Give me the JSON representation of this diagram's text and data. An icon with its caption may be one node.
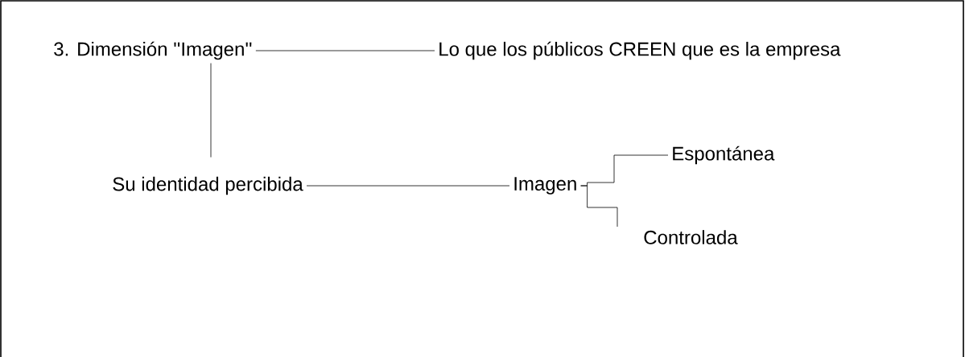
{
  "diagram": {
    "nodes": [
      {
        "text": [
          "3. Dimensión ''Imagen''"
        ]
      },
      {
        "text": [
          "Lo que los públicos CREEN que es la empresa"
        ]
      },
      {
        "text": [
          "Su identidad percibida"
        ]
      },
      {
        "text": [
          "Imagen"
        ]
      },
      {
        "text": [
          "Espontánea"
        ]
      },
      {
        "text": [
          "Controlada"
        ]
      }
    ],
    "edges": [
      {
        "from": 0,
        "to": 1,
        "arrow": "none"
      },
      {
        "from": 0,
        "to": 2,
        "arrow": "none"
      },
      {
        "from": 2,
        "to": 3,
        "arrow": "none"
      },
      {
        "from": 3,
        "to": 4,
        "arrow": "none"
      },
      {
        "from": 3,
        "to": 5,
        "arrow": "none"
      }
    ]
  }
}
